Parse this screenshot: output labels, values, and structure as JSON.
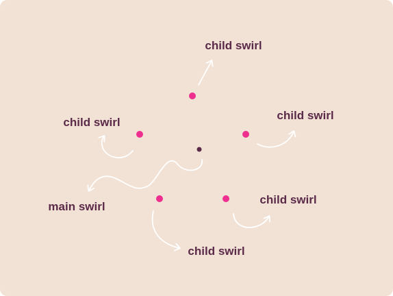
{
  "colors": {
    "background": "#f2e2d6",
    "text": "#5a2a48",
    "child_dot": "#ee2f8f",
    "center_dot": "#5a2a48",
    "arrow": "#ffffff"
  },
  "labels": {
    "child_top": "child swirl",
    "child_upper_left": "child swirl",
    "child_upper_right": "child swirl",
    "main": "main swirl",
    "child_lower_right": "child swirl",
    "child_bottom": "child swirl"
  }
}
